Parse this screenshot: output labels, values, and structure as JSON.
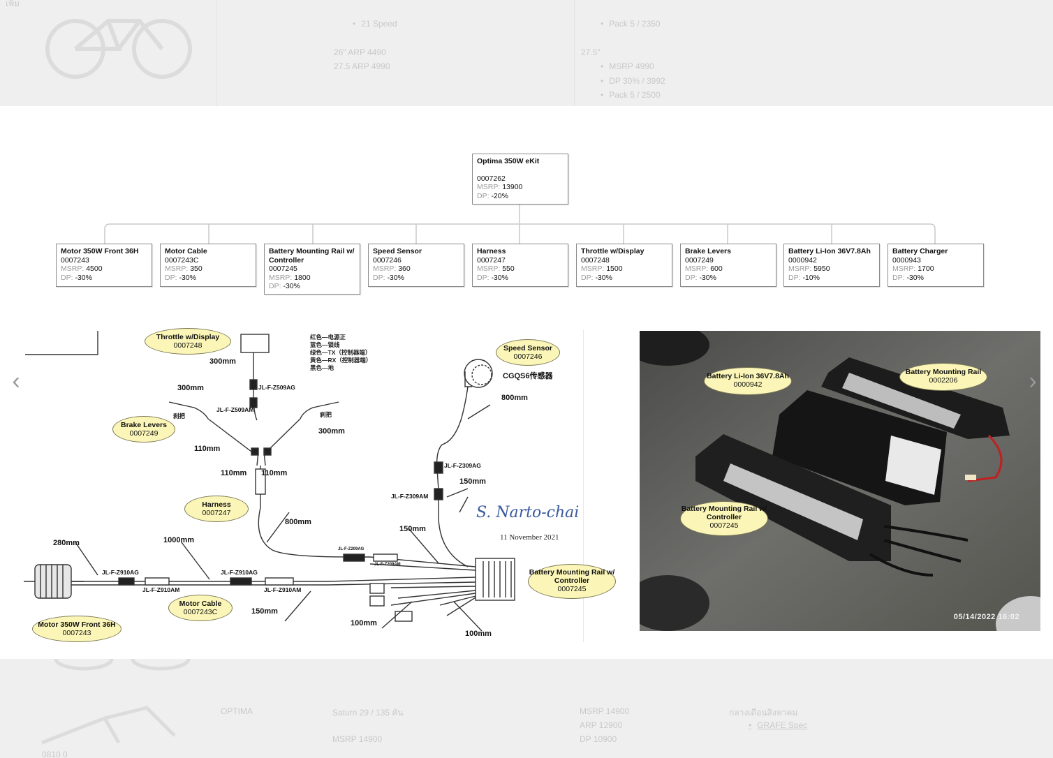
{
  "background": {
    "top_left_label": "เพิ่ม",
    "top_col1_item": "21 Speed",
    "top_col1_price_26": "26\" ARP 4490",
    "top_col1_price_275": "27.5 ARP 4990",
    "top_col2_item1": "Pack 5 / 2350",
    "top_col2_size": "27.5\"",
    "top_col2_msrp": "MSRP 4990",
    "top_col2_dp": "DP 30% / 3992",
    "top_col2_pack": "Pack 5 / 2500",
    "bottom_col1": "OPTIMA",
    "bottom_col2": "Saturn 29 / 135 คัน",
    "bottom_col2b": "MSRP 14900",
    "bottom_col3_msrp": "MSRP 14900",
    "bottom_col3_arp": "ARP 12900",
    "bottom_col3_dp": "DP 10900",
    "bottom_col4": "กลางเดือนสิงหาคม",
    "bottom_col4_link": "GRAFE Spec",
    "bottom_left": "0810 0"
  },
  "tree": {
    "root": {
      "title": "Optima 350W eKit",
      "code": "0007262",
      "msrp_label": "MSRP:",
      "msrp": "13900",
      "dp_label": "DP:",
      "dp": "-20%"
    },
    "children": [
      {
        "title": "Motor 350W Front 36H",
        "code": "0007243",
        "msrp_label": "MSRP:",
        "msrp": "4500",
        "dp_label": "DP:",
        "dp": "-30%"
      },
      {
        "title": "Motor Cable",
        "code": "0007243C",
        "msrp_label": "MSRP:",
        "msrp": "350",
        "dp_label": "DP:",
        "dp": "-30%"
      },
      {
        "title": "Battery Mounting Rail w/ Controller",
        "code": "0007245",
        "msrp_label": "MSRP:",
        "msrp": "1800",
        "dp_label": "DP:",
        "dp": "-30%"
      },
      {
        "title": "Speed Sensor",
        "code": "0007246",
        "msrp_label": "MSRP:",
        "msrp": "360",
        "dp_label": "DP:",
        "dp": "-30%"
      },
      {
        "title": "Harness",
        "code": "0007247",
        "msrp_label": "MSRP:",
        "msrp": "550",
        "dp_label": "DP:",
        "dp": "-30%"
      },
      {
        "title": "Throttle w/Display",
        "code": "0007248",
        "msrp_label": "MSRP:",
        "msrp": "1500",
        "dp_label": "DP:",
        "dp": "-30%"
      },
      {
        "title": "Brake Levers",
        "code": "0007249",
        "msrp_label": "MSRP:",
        "msrp": "600",
        "dp_label": "DP:",
        "dp": "-30%"
      },
      {
        "title": "Battery Li-Ion 36V7.8Ah",
        "code": "0000942",
        "msrp_label": "MSRP:",
        "msrp": "5950",
        "dp_label": "DP:",
        "dp": "-10%"
      },
      {
        "title": "Battery Charger",
        "code": "0000943",
        "msrp_label": "MSRP:",
        "msrp": "1700",
        "dp_label": "DP:",
        "dp": "-30%"
      }
    ]
  },
  "diagram": {
    "callouts": {
      "throttle": {
        "name": "Throttle w/Display",
        "code": "0007248"
      },
      "speed": {
        "name": "Speed Sensor",
        "code": "0007246"
      },
      "brake": {
        "name": "Brake Levers",
        "code": "0007249"
      },
      "harness": {
        "name": "Harness",
        "code": "0007247"
      },
      "rail": {
        "name": "Battery Mounting Rail w/ Controller",
        "code": "0007245"
      },
      "motorcable": {
        "name": "Motor Cable",
        "code": "0007243C"
      },
      "motor": {
        "name": "Motor 350W Front 36H",
        "code": "0007243"
      }
    },
    "dims": {
      "d300a": "300mm",
      "d300b": "300mm",
      "d300c": "300mm",
      "d110a": "110mm",
      "d110b": "110mm",
      "d110c": "110mm",
      "d800a": "800mm",
      "d800b": "800mm",
      "d150a": "150mm",
      "d150b": "150mm",
      "d150c": "150mm",
      "d280": "280mm",
      "d1000": "1000mm",
      "d100a": "100mm",
      "d100b": "100mm"
    },
    "connectors": {
      "z509ag": "JL-F-Z509AG",
      "z509am": "JL-F-Z509AM",
      "z309ag": "JL-F-Z309AG",
      "z309am": "JL-F-Z309AM",
      "z910ag1": "JL-F-Z910AG",
      "z910am1": "JL-F-Z910AM",
      "z910ag2": "JL-F-Z910AG",
      "z910am2": "JL-F-Z910AM",
      "z209ag": "JL-F-Z209AG",
      "z209am": "JL-F-Z209AM"
    },
    "sensor_label": "CGQS6传感器",
    "brake_cn_left": "刹把",
    "brake_cn_right": "刹把",
    "legend": [
      "红色—电源正",
      "蓝色—锁线",
      "绿色—TX（控制器端）",
      "黄色—RX（控制器端）",
      "黑色—地"
    ],
    "signature": "S. Narto-chai",
    "date": "11 November 2021"
  },
  "photo": {
    "callouts": {
      "battery": {
        "name": "Battery Li-Ion 36V7.8Ah",
        "code": "0000942"
      },
      "rail": {
        "name": "Battery Mounting Rail",
        "code": "0002206"
      },
      "railctrl": {
        "name": "Battery Mounting Rail w/ Controller",
        "code": "0007245"
      }
    },
    "timestamp": "05/14/2022  16:02"
  },
  "nav": {
    "prev": "‹",
    "next": "›"
  }
}
